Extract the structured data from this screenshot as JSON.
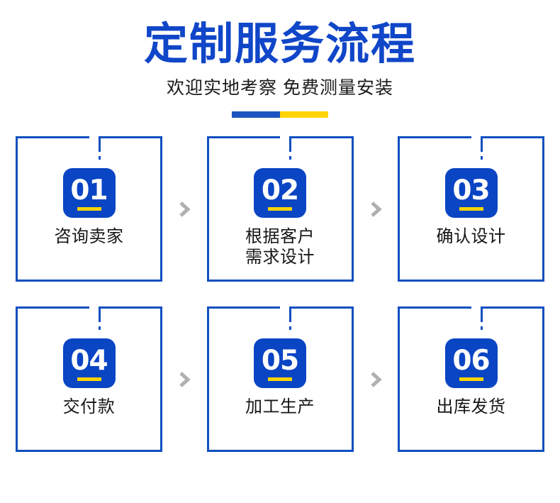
{
  "header": {
    "title": "定制服务流程",
    "subtitle": "欢迎实地考察 免费测量安装",
    "divider": {
      "left_color": "#1b54c0",
      "right_color": "#ffd400"
    }
  },
  "theme": {
    "primary_blue": "#0f4fc0",
    "title_blue": "#1046c8",
    "badge_blue": "#0a45c4",
    "accent_yellow": "#ffd400",
    "arrow_gray": "#b0b0b0",
    "text_dark": "#161616",
    "background": "#ffffff"
  },
  "separator": {
    "icon": "chevron-right-icon",
    "glyph": "›"
  },
  "rows": [
    {
      "cards": [
        {
          "number": "01",
          "label": "咨询卖家"
        },
        {
          "number": "02",
          "label": "根据客户\n需求设计"
        },
        {
          "number": "03",
          "label": "确认设计"
        }
      ]
    },
    {
      "cards": [
        {
          "number": "04",
          "label": "交付款"
        },
        {
          "number": "05",
          "label": "加工生产"
        },
        {
          "number": "06",
          "label": "出库发货"
        }
      ]
    }
  ]
}
